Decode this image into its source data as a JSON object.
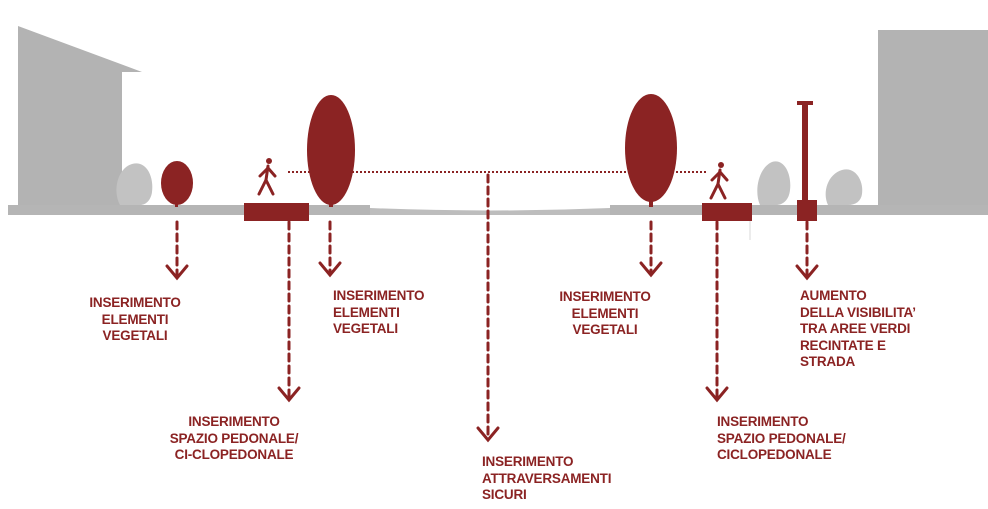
{
  "colors": {
    "accent": "#8b2323",
    "ground": "#b5b5b5",
    "building": "#b3b3b3",
    "shrub_grey": "#c2c2c2"
  },
  "labels": {
    "veg_left": [
      "INSERIMENTO",
      "ELEMENTI",
      "VEGETALI"
    ],
    "veg_mid_left": [
      "INSERIMENTO",
      "ELEMENTI",
      "VEGETALI"
    ],
    "veg_mid_right": [
      "INSERIMENTO",
      "ELEMENTI",
      "VEGETALI"
    ],
    "ped_left": [
      "INSERIMENTO",
      "SPAZIO PEDONALE/",
      "CI-CLOPEDONALE"
    ],
    "crossing": [
      "INSERIMENTO",
      "ATTRAVERSAMENTI",
      "SICURI"
    ],
    "ped_right": [
      "INSERIMENTO",
      "SPAZIO PEDONALE/",
      "CICLOPEDONALE"
    ],
    "visibility": [
      "AUMENTO",
      "DELLA VISIBILITA’",
      "TRA AREE VERDI",
      "RECINTATE E",
      "STRADA"
    ]
  },
  "icons": [
    "pedestrian-icon",
    "pedestrian-icon",
    "tree-icon",
    "shrub-icon",
    "building-icon",
    "post-icon",
    "arrow-down-icon"
  ]
}
